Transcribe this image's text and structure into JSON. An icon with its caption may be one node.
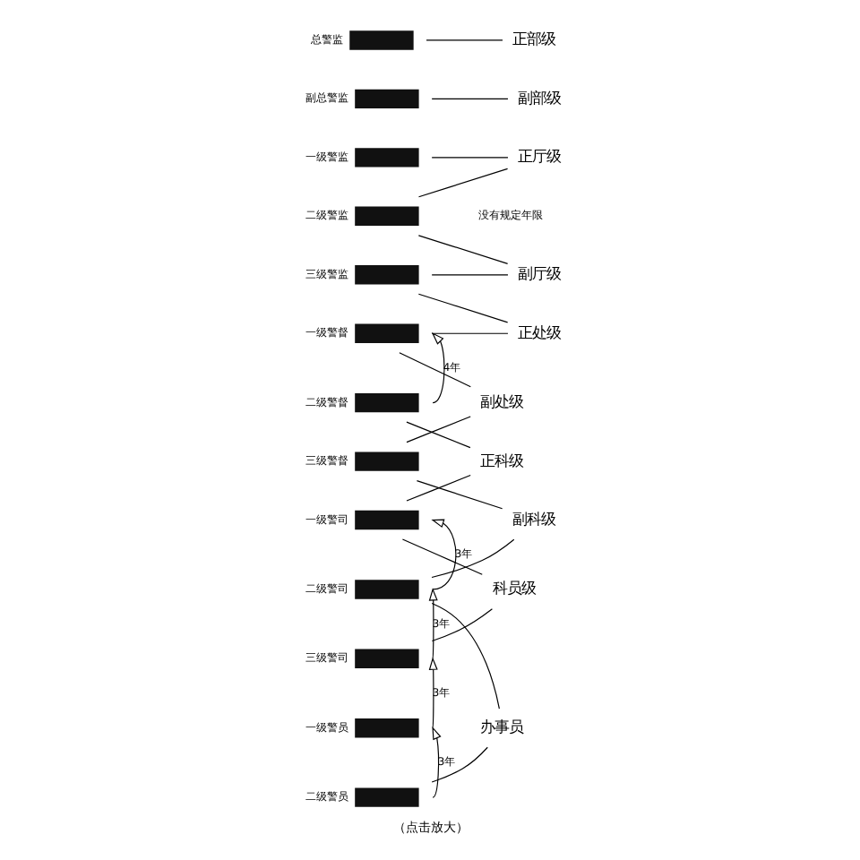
{
  "diagram": {
    "caption": "（点击放大）",
    "nodes": [
      {
        "text": [
          "总警监"
        ]
      },
      {
        "text": [
          "副总警监"
        ]
      },
      {
        "text": [
          "一级警监"
        ]
      },
      {
        "text": [
          "二级警监"
        ]
      },
      {
        "text": [
          "三级警监"
        ]
      },
      {
        "text": [
          "一级警督"
        ]
      },
      {
        "text": [
          "二级警督"
        ]
      },
      {
        "text": [
          "三级警督"
        ]
      },
      {
        "text": [
          "一级警司"
        ]
      },
      {
        "text": [
          "二级警司"
        ]
      },
      {
        "text": [
          "三级警司"
        ]
      },
      {
        "text": [
          "一级警员"
        ]
      },
      {
        "text": [
          "二级警员"
        ]
      },
      {
        "text": [
          "正厅级"
        ]
      },
      {
        "text": [
          "副厅级"
        ]
      },
      {
        "text": [
          "副处级"
        ]
      },
      {
        "text": [
          "副科级"
        ]
      },
      {
        "text": [
          "办事员"
        ]
      },
      {
        "text": [
          "正部级"
        ]
      },
      {
        "text": [
          "副部级"
        ]
      },
      {
        "text": [
          "正处级"
        ]
      },
      {
        "text": [
          "正科级"
        ]
      },
      {
        "text": [
          "科员级"
        ]
      }
    ],
    "edges": [
      {
        "from": 13,
        "to": 2,
        "arrow": "none"
      },
      {
        "from": 13,
        "to": 3,
        "arrow": "none"
      },
      {
        "from": 14,
        "to": 3,
        "arrow": "none"
      },
      {
        "from": 14,
        "to": 4,
        "arrow": "none"
      },
      {
        "from": 15,
        "to": 5,
        "arrow": "none"
      },
      {
        "from": 15,
        "to": 7,
        "arrow": "none"
      },
      {
        "from": 16,
        "to": 7,
        "arrow": "none"
      },
      {
        "from": 16,
        "to": 9,
        "arrow": "none"
      },
      {
        "from": 17,
        "to": 9,
        "arrow": "none"
      },
      {
        "from": 17,
        "to": 12,
        "arrow": "none"
      },
      {
        "from": 0,
        "to": 18,
        "arrow": "none"
      },
      {
        "from": 1,
        "to": 19,
        "arrow": "none"
      },
      {
        "from": 4,
        "to": 20,
        "arrow": "none"
      },
      {
        "from": 5,
        "to": 20,
        "arrow": "none"
      },
      {
        "from": 6,
        "to": 21,
        "arrow": "none"
      },
      {
        "from": 8,
        "to": 21,
        "arrow": "none"
      },
      {
        "from": 8,
        "to": 22,
        "arrow": "none"
      },
      {
        "from": 10,
        "to": 22,
        "arrow": "none"
      },
      {
        "from": 6,
        "to": 5,
        "arrow": "to",
        "label": "4年"
      },
      {
        "from": 9,
        "to": 8,
        "arrow": "to",
        "label": "3年"
      },
      {
        "from": 10,
        "to": 9,
        "arrow": "to",
        "label": "3年"
      },
      {
        "from": 11,
        "to": 10,
        "arrow": "to",
        "label": "3年"
      },
      {
        "from": 12,
        "to": 11,
        "arrow": "to",
        "label": "3年"
      }
    ],
    "labels": [
      "没有规定年限"
    ]
  }
}
